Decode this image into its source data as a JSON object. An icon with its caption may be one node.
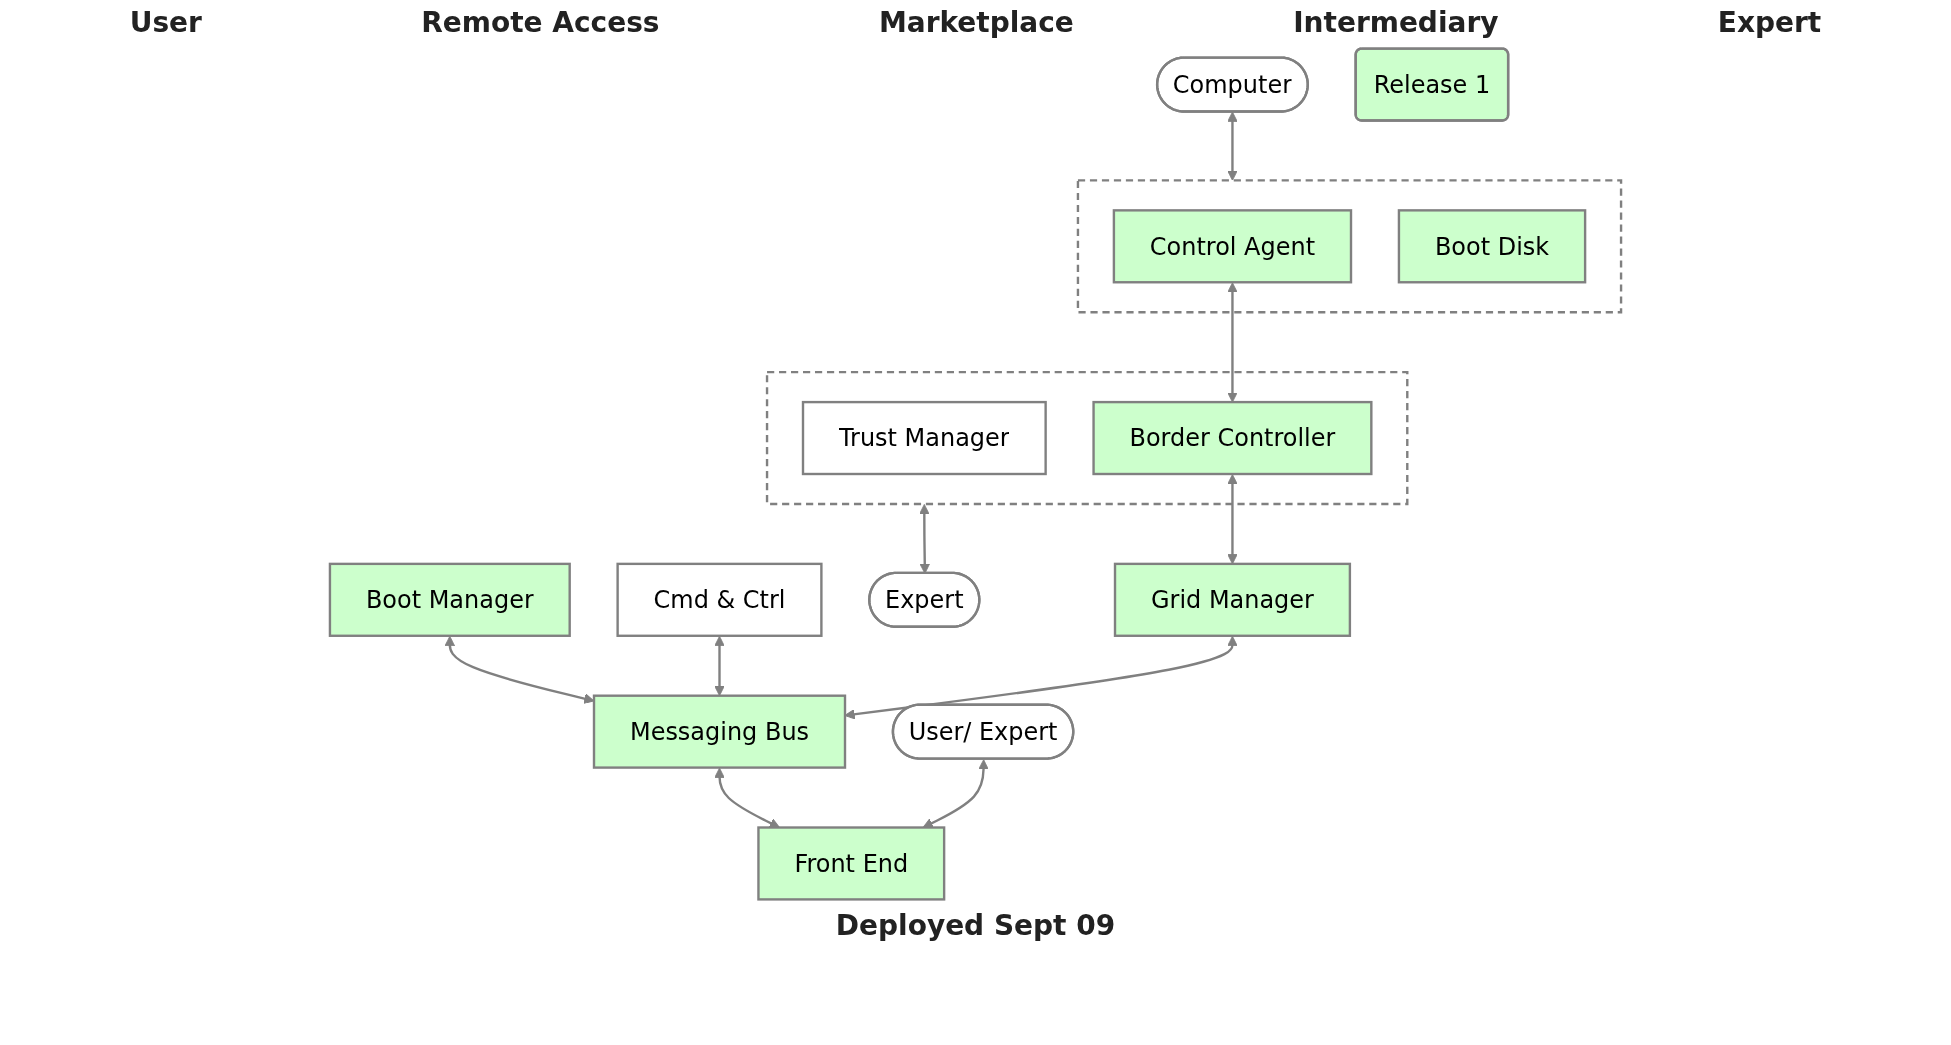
{
  "diagram": {
    "nodes": [
      {
        "text": [
          "Computer"
        ]
      },
      {
        "text": [],
        "shape": "box"
      },
      {
        "text": [
          "Control Agent"
        ],
        "in": 1
      },
      {
        "text": [
          "Boot Disk"
        ],
        "in": 1
      },
      {
        "text": [
          "Boot Manager"
        ]
      },
      {
        "text": [
          "Cmd & Ctrl"
        ]
      },
      {
        "text": [],
        "shape": "box"
      },
      {
        "text": [
          "Trust Manager"
        ],
        "in": 6
      },
      {
        "text": [
          "Border Controller"
        ],
        "in": 6
      },
      {
        "text": [
          "Expert"
        ]
      },
      {
        "text": [
          "Grid Manager"
        ]
      },
      {
        "text": [
          "Messaging Bus"
        ]
      },
      {
        "text": [
          "User/ Expert"
        ]
      },
      {
        "text": [
          "Front End"
        ]
      },
      {
        "text": [
          "Release 1"
        ]
      }
    ],
    "edges": [
      {
        "from": 0,
        "to": 1,
        "arrow": "both"
      },
      {
        "from": 2,
        "to": 8,
        "arrow": "both"
      },
      {
        "from": 6,
        "to": 9,
        "arrow": "both"
      },
      {
        "from": 8,
        "to": 10,
        "arrow": "both"
      },
      {
        "from": 4,
        "to": 11,
        "arrow": "both"
      },
      {
        "from": 5,
        "to": 11,
        "arrow": "both"
      },
      {
        "from": 10,
        "to": 11,
        "arrow": "both"
      },
      {
        "from": 11,
        "to": 13,
        "arrow": "both"
      },
      {
        "from": 12,
        "to": 13,
        "arrow": "both"
      }
    ],
    "labels": [
      "User",
      "Remote Access",
      "Marketplace",
      "Intermediary",
      "Expert",
      "Deployed Sept 09"
    ]
  }
}
